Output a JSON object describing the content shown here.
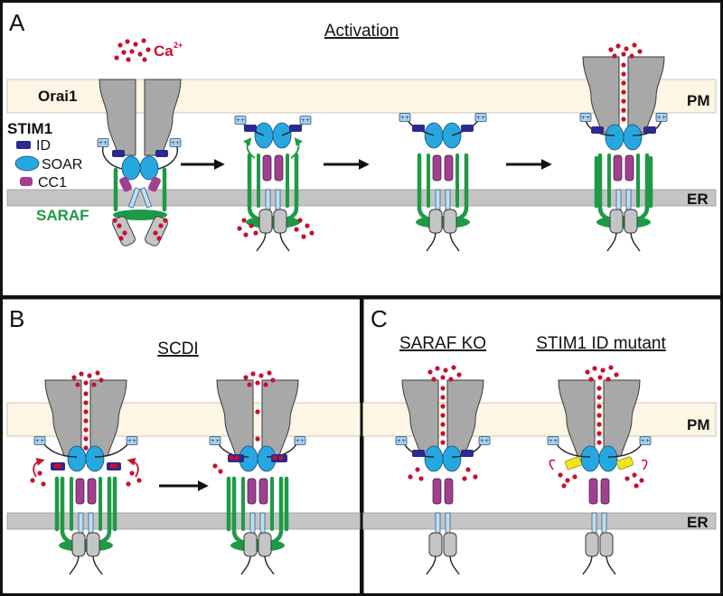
{
  "panels": {
    "a": {
      "label": "A",
      "title": "Activation"
    },
    "b": {
      "label": "B",
      "title": "SCDI"
    },
    "c": {
      "label": "C",
      "title_left": "SARAF KO",
      "title_right": "STIM1 ID mutant"
    }
  },
  "membranes": {
    "pm": "PM",
    "er": "ER"
  },
  "channel_name": "Orai1",
  "calcium": {
    "symbol": "Ca",
    "charge": "2+"
  },
  "legend": {
    "title": "STIM1",
    "id": "ID",
    "soar": "SOAR",
    "cc1": "CC1"
  },
  "saraf": "SARAF",
  "charge_tag": "++",
  "colors": {
    "pm": "#fdf6e4",
    "er": "#c4c4c4",
    "orai": "#a8a8a8",
    "saraf": "#1e9a46",
    "soar": "#27a7e0",
    "cc1": "#a0408f",
    "id": "#2a2a8f",
    "id_mutant": "#f2e418",
    "calcium": "#c8102e",
    "tag": "#a9d4ef",
    "tm": "#bcdff3"
  }
}
